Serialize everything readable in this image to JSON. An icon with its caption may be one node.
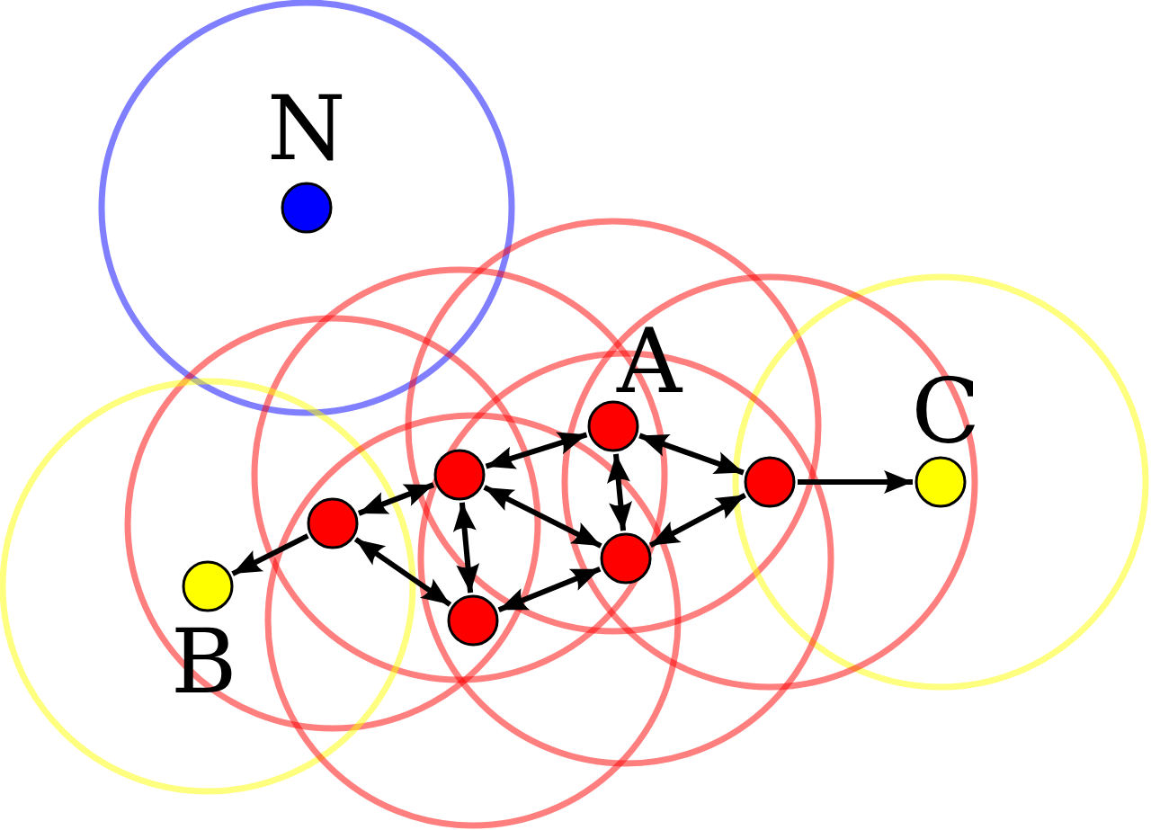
{
  "diagram": {
    "nodes": [
      {
        "text": [
          "N"
        ]
      },
      {
        "text": [
          "A"
        ]
      },
      {
        "text": [
          "C"
        ]
      },
      {
        "text": [],
        "shape": "circle"
      },
      {
        "text": [],
        "shape": "circle"
      },
      {
        "text": [],
        "shape": "circle"
      },
      {
        "text": [],
        "shape": "circle"
      },
      {
        "text": [
          "B"
        ]
      },
      {
        "text": [],
        "shape": "circle"
      }
    ],
    "edges": [
      {
        "from": 5,
        "to": 3,
        "arrow": "both"
      },
      {
        "from": 5,
        "to": 7,
        "arrow": "to"
      },
      {
        "from": 5,
        "to": 8,
        "arrow": "both"
      },
      {
        "from": 3,
        "to": 1,
        "arrow": "both"
      },
      {
        "from": 3,
        "to": 8,
        "arrow": "both"
      },
      {
        "from": 3,
        "to": 6,
        "arrow": "both"
      },
      {
        "from": 1,
        "to": 6,
        "arrow": "both"
      },
      {
        "from": 1,
        "to": 4,
        "arrow": "both"
      },
      {
        "from": 6,
        "to": 4,
        "arrow": "both"
      },
      {
        "from": 8,
        "to": 6,
        "arrow": "both"
      },
      {
        "from": 4,
        "to": 2,
        "arrow": "to"
      }
    ]
  }
}
